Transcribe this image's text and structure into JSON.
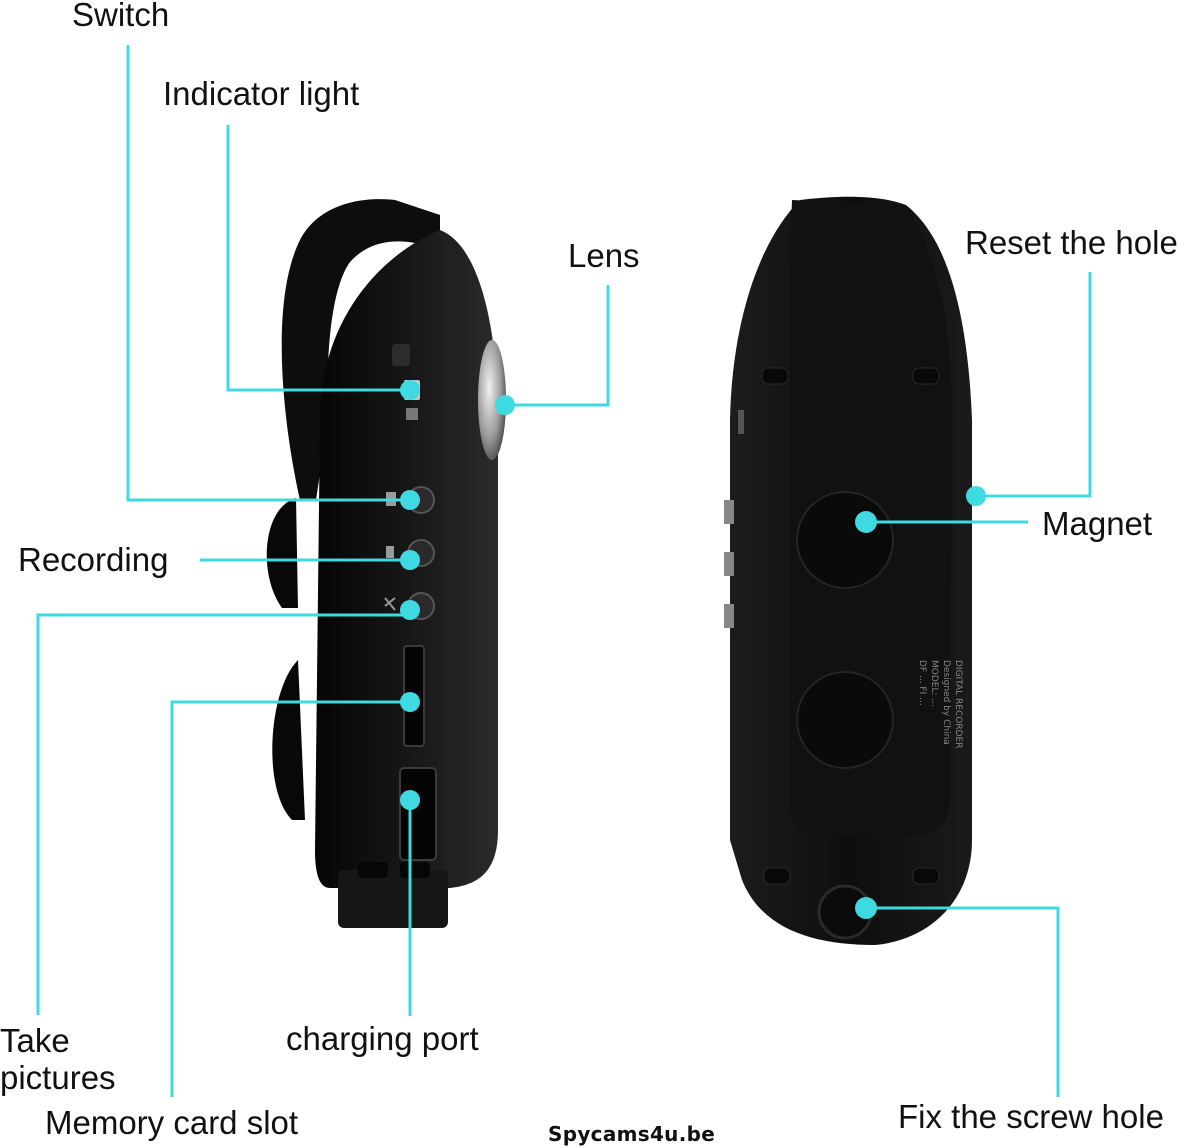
{
  "labels": {
    "switch": "Switch",
    "indicator_light": "Indicator light",
    "lens": "Lens",
    "recording": "Recording",
    "take_pictures": "Take pictures",
    "memory_card_slot": "Memory card slot",
    "charging_port": "charging port",
    "reset_the_hole": "Reset the hole",
    "magnet": "Magnet",
    "fix_the_screw_hole": "Fix the screw hole"
  },
  "watermark": "Spycams4u.be",
  "device_print": [
    "DIGITAL RECORDER",
    "Designed by China",
    "MODEL: ...",
    "DF ... FI ..."
  ],
  "colors": {
    "callout": "#3fd9e1",
    "device": "#121212",
    "device_edge": "#2a2a2a",
    "background": "#ffffff"
  }
}
